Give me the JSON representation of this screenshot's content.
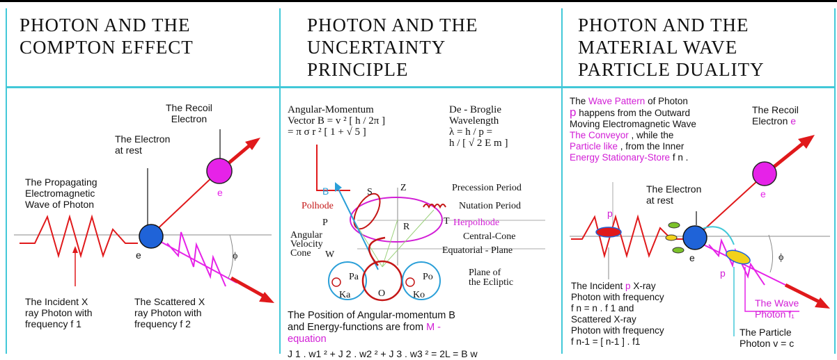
{
  "panel1": {
    "title": [
      "PHOTON AND THE",
      "COMPTON EFFECT"
    ],
    "recoil": [
      "The Recoil",
      "Electron"
    ],
    "rest": [
      "The Electron",
      "at rest"
    ],
    "propagating": [
      "The Propagating",
      "Electromagnetic",
      "Wave of Photon"
    ],
    "e_label": "e",
    "electron_label": "e",
    "phi": "ϕ",
    "incident": [
      "The Incident X",
      "ray Photon with",
      "frequency   f 1"
    ],
    "scattered": [
      "The Scattered X",
      "ray Photon with",
      "frequency  f 2"
    ]
  },
  "panel2": {
    "title": [
      "PHOTON AND THE",
      "UNCERTAINTY",
      "PRINCIPLE"
    ],
    "angular": [
      "Angular-Momentum",
      "Vector  B = v ² [ h / 2π ]",
      "= π σ r ² [ 1 + √ 5 ]"
    ],
    "broglie": [
      "De - Broglie",
      "Wavelength",
      "λ = h / p  =",
      "h / [ √ 2 E m ]"
    ],
    "b_vec": "B",
    "s": "S",
    "z": "Z",
    "precession": "Precession Period",
    "nutation": "Nutation Period",
    "polhode": "Polhode",
    "p": "P",
    "t": "T",
    "herpolhode": "Herpolhode",
    "r_small": "R",
    "central_cone": "Central-Cone",
    "angular_velocity": [
      "Angular",
      "Velocity",
      "Cone"
    ],
    "w": "W",
    "equatorial": "Equatorial - Plane",
    "plane_ecliptic": [
      "Plane of",
      "the Ecliptic"
    ],
    "pa": "Pa",
    "po": "Po",
    "ka": "Ka",
    "ko": "Ko",
    "o": "O",
    "position_text": [
      "The Position of Angular-momentum  B",
      "and  Energy-functions are from  "
    ],
    "m_eq": "M -",
    "equation": "equation",
    "formula": "J 1 . w1 ² + J 2 . w2 ² + J 3 . w3 ²  =  2L = B w"
  },
  "panel3": {
    "title": [
      "PHOTON AND THE",
      "MATERIAL    WAVE",
      "PARTICLE DUALITY"
    ],
    "wave_pattern_pre": "The ",
    "wave_pattern": "Wave Pattern",
    "wave_pattern_post": " of Photon",
    "p_letter": "p",
    "line2": "  happens from the Outward",
    "line3": "Moving Electromagnetic Wave",
    "conveyor": "The Conveyor",
    "line4_post": " , while the",
    "particle_like": "Particle like",
    "line5_post": " , from the Inner",
    "energy_store": "Energy Stationary-Store",
    "fn": "  f n .",
    "recoil": [
      "The Recoil",
      "Electron  "
    ],
    "recoil_e": "e",
    "rest": [
      "The Electron",
      "at rest"
    ],
    "e_big": "e",
    "e_label": "e",
    "phi": "ϕ",
    "p_small": "p",
    "incident": [
      "The Incident ",
      " X-ray",
      "Photon with frequency",
      "f n = n . f 1   and",
      "Scattered X-ray",
      "Photon with frequency",
      "f n-1 = [ n-1 ] . f1"
    ],
    "incident_p": "p",
    "the_wave": [
      "The Wave",
      "Photon  f₁"
    ],
    "particle": [
      "The Particle",
      "Photon  v = c"
    ]
  },
  "colors": {
    "cyan": "#42c8d8",
    "red": "#e0191b",
    "magenta": "#e622e8",
    "blue": "#1f63d8",
    "green": "#7cc22a",
    "yellow": "#f2d21b"
  }
}
